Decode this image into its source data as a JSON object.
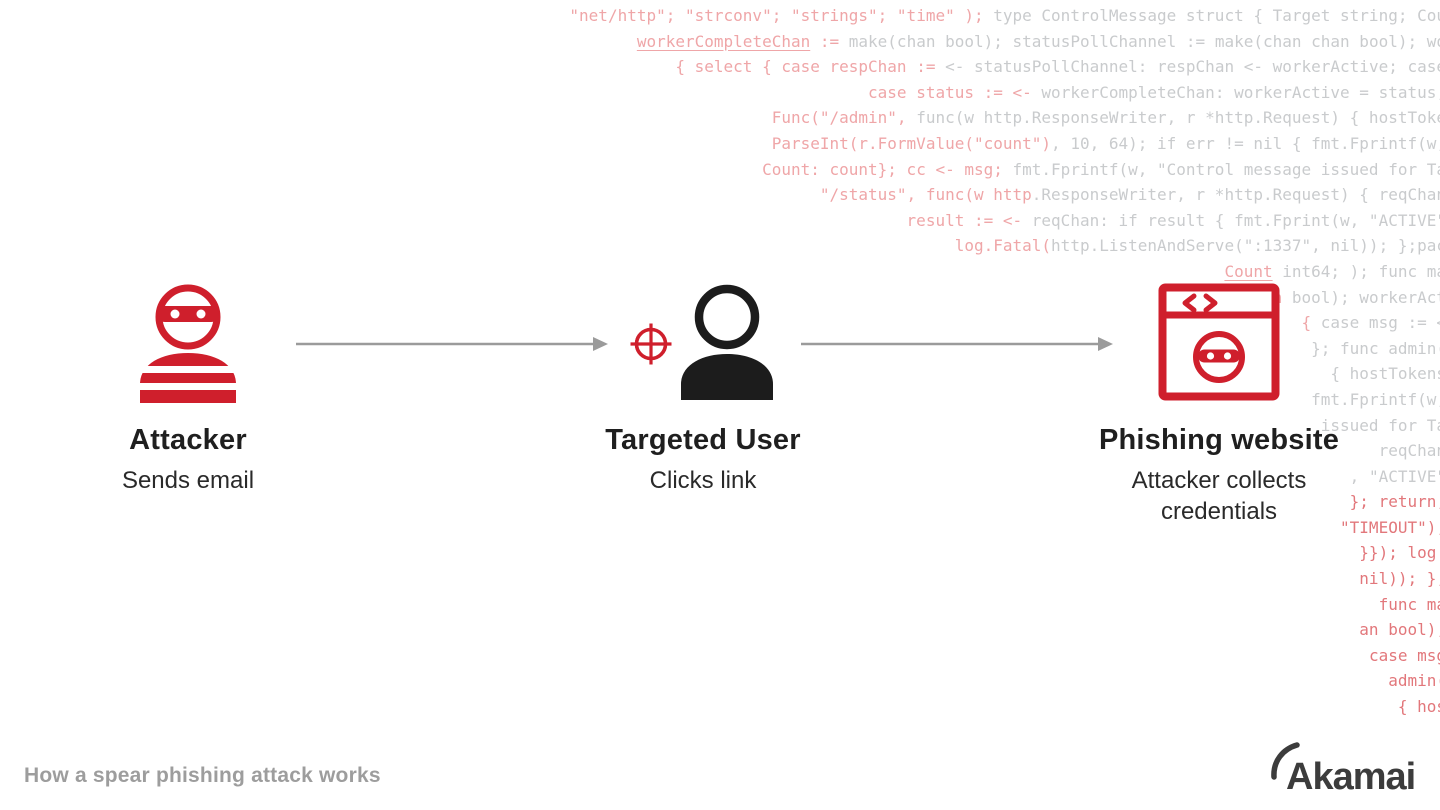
{
  "colors": {
    "accent_red": "#cf1f2c",
    "icon_black": "#1c1c1c",
    "arrow_gray": "#9b9b9b",
    "code_gray": "#c9cbcd",
    "code_red": "#efa6a8",
    "code_red_deep": "#e2777b",
    "caption_gray": "#9d9d9d",
    "logo_gray": "#3c3c3c"
  },
  "diagram": {
    "steps": [
      {
        "title": "Attacker",
        "subtitle": "Sends email",
        "icon": "attacker-ninja-icon"
      },
      {
        "title": "Targeted User",
        "subtitle": "Clicks link",
        "icon": "targeted-user-icon"
      },
      {
        "title": "Phishing website",
        "subtitle": "Attacker collects credentials",
        "icon": "phishing-website-icon"
      }
    ],
    "connectors": [
      "arrow-right",
      "arrow-right"
    ]
  },
  "footer": {
    "caption": "How a spear phishing attack works"
  },
  "brand": {
    "name": "Akamai"
  },
  "background_code": {
    "lines": [
      {
        "segments": [
          {
            "t": "\"net/http\"; \"strconv\"; \"strings\"; \"time\" ); ",
            "c": "red"
          },
          {
            "t": "type ControlMessage struct { Target string; Cou",
            "c": "gray"
          }
        ]
      },
      {
        "segments": [
          {
            "t": "workerCompleteChan",
            "c": "red",
            "u": true
          },
          {
            "t": " := ",
            "c": "red"
          },
          {
            "t": "make(chan bool); statusPollChannel := make(chan chan bool); wo",
            "c": "gray"
          }
        ]
      },
      {
        "segments": [
          {
            "t": "{ select { case respChan := ",
            "c": "red"
          },
          {
            "t": "<- statusPollChannel: respChan <- workerActive; case",
            "c": "gray"
          }
        ]
      },
      {
        "segments": [
          {
            "t": "case status := <- ",
            "c": "red"
          },
          {
            "t": "workerCompleteChan: workerActive = status;",
            "c": "gray"
          }
        ]
      },
      {
        "segments": [
          {
            "t": "Func(\"/admin\", ",
            "c": "red"
          },
          {
            "t": "func(w http.ResponseWriter, r *http.Request) { hostToke",
            "c": "gray"
          }
        ]
      },
      {
        "segments": [
          {
            "t": "ParseInt(r.FormValue(\"count\")",
            "c": "red"
          },
          {
            "t": ", 10, 64); if err != nil { fmt.Fprintf(w,",
            "c": "gray"
          }
        ]
      },
      {
        "segments": [
          {
            "t": "Count: count}; cc <- msg; ",
            "c": "red"
          },
          {
            "t": "fmt.Fprintf(w, \"Control message issued for Ta",
            "c": "gray"
          }
        ]
      },
      {
        "segments": [
          {
            "t": "\"/status\", func(w http",
            "c": "red"
          },
          {
            "t": ".ResponseWriter, r *http.Request) { reqChan",
            "c": "gray"
          }
        ]
      },
      {
        "segments": [
          {
            "t": "result := <- ",
            "c": "red"
          },
          {
            "t": "reqChan: if result { fmt.Fprint(w, \"ACTIVE\"",
            "c": "gray"
          }
        ]
      },
      {
        "segments": [
          {
            "t": "log.Fatal(",
            "c": "red"
          },
          {
            "t": "http.ListenAndServe(\":1337\", nil)); };pac",
            "c": "gray"
          }
        ]
      },
      {
        "segments": [
          {
            "t": "Count",
            "c": "red",
            "u": true
          },
          {
            "t": " int64; ); func ma",
            "c": "gray"
          }
        ]
      },
      {
        "segments": [
          {
            "t": "chan ",
            "c": "red"
          },
          {
            "t": "bool); workerAct",
            "c": "gray"
          }
        ]
      },
      {
        "segments": [
          {
            "t": "{ ",
            "c": "red"
          },
          {
            "t": "case msg := <",
            "c": "gray"
          }
        ]
      },
      {
        "segments": [
          {
            "t": "}; func admin(",
            "c": "gray"
          }
        ]
      },
      {
        "segments": [
          {
            "t": "{ hostTokens",
            "c": "gray"
          }
        ]
      },
      {
        "segments": [
          {
            "t": "fmt.Fprintf(w,",
            "c": "gray"
          }
        ]
      },
      {
        "segments": [
          {
            "t": "issued for Ta",
            "c": "gray"
          }
        ]
      },
      {
        "segments": [
          {
            "t": "reqChan",
            "c": "gray"
          }
        ]
      },
      {
        "segments": [
          {
            "t": ", \"ACTIVE\"",
            "c": "gray"
          }
        ]
      },
      {
        "segments": [
          {
            "t": "}; return;",
            "c": "red2"
          }
        ]
      },
      {
        "segments": [
          {
            "t": "\"TIMEOUT\");",
            "c": "red2"
          }
        ]
      },
      {
        "segments": [
          {
            "t": "}}); log.",
            "c": "red2"
          }
        ]
      },
      {
        "segments": [
          {
            "t": "nil)); };",
            "c": "red2"
          }
        ]
      },
      {
        "segments": [
          {
            "t": "func ma",
            "c": "red2"
          }
        ]
      },
      {
        "segments": [
          {
            "t": "an bool);",
            "c": "red2"
          }
        ]
      },
      {
        "segments": [
          {
            "t": "case msg",
            "c": "red2"
          }
        ]
      },
      {
        "segments": [
          {
            "t": "admin(",
            "c": "red2"
          }
        ]
      },
      {
        "segments": [
          {
            "t": "{ hos",
            "c": "red2"
          }
        ]
      }
    ]
  }
}
